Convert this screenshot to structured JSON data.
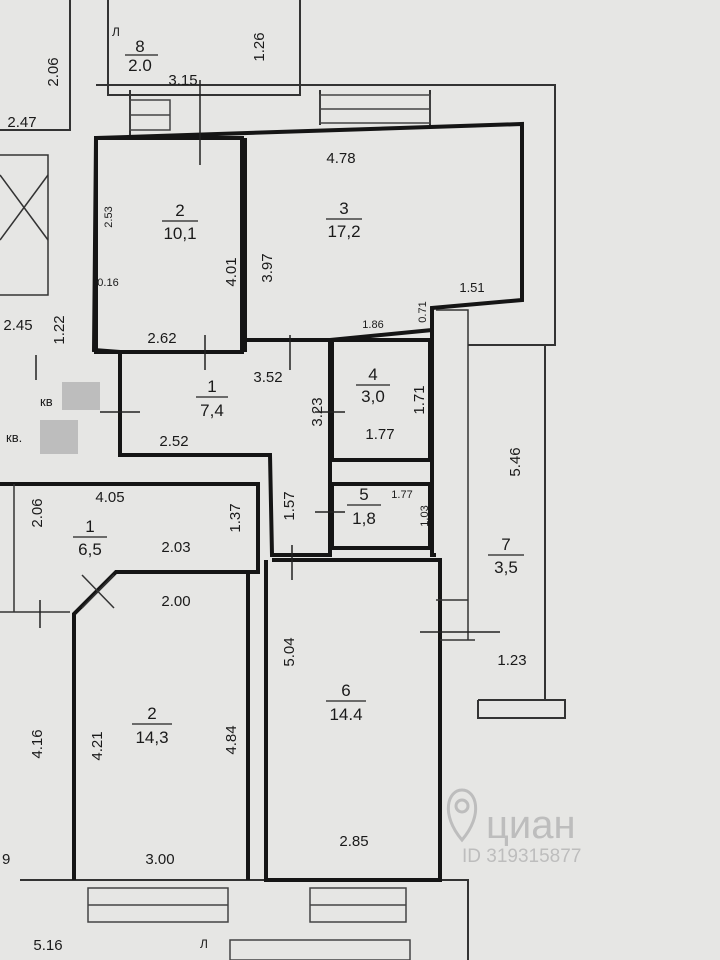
{
  "plan": {
    "rooms": [
      {
        "id": "r8",
        "number": "8",
        "area": "2.0"
      },
      {
        "id": "r2a",
        "number": "2",
        "area": "10,1"
      },
      {
        "id": "r3",
        "number": "3",
        "area": "17,2"
      },
      {
        "id": "r1a",
        "number": "1",
        "area": "7,4"
      },
      {
        "id": "r4",
        "number": "4",
        "area": "3,0"
      },
      {
        "id": "r5",
        "number": "5",
        "area": "1,8"
      },
      {
        "id": "r1b",
        "number": "1",
        "area": "6,5"
      },
      {
        "id": "r2b",
        "number": "2",
        "area": "14,3"
      },
      {
        "id": "r6",
        "number": "6",
        "area": "14.4"
      },
      {
        "id": "r7",
        "number": "7",
        "area": "3,5"
      }
    ],
    "dimensions": [
      "2.06",
      "1.26",
      "3.15",
      "2.47",
      "4.78",
      "2.53",
      "4.01",
      "3.97",
      "0.16",
      "1.51",
      "2.45",
      "1.22",
      "2.62",
      "1.86",
      "0.71",
      "3.52",
      "1.71",
      "3.23",
      "1.77",
      "2.52",
      "4.05",
      "1.37",
      "1.57",
      "1.77",
      "1.03",
      "5.46",
      "2.06",
      "2.03",
      "2.00",
      "5.04",
      "1.23",
      "4.16",
      "4.21",
      "4.84",
      "3.00",
      "2.85",
      "5.16",
      "9"
    ],
    "markers": {
      "l1": "Л",
      "l2": "Л",
      "kv1": "кв",
      "kv2": "кв."
    },
    "watermark": {
      "brand": "циан",
      "id": "ID 319315877"
    }
  }
}
